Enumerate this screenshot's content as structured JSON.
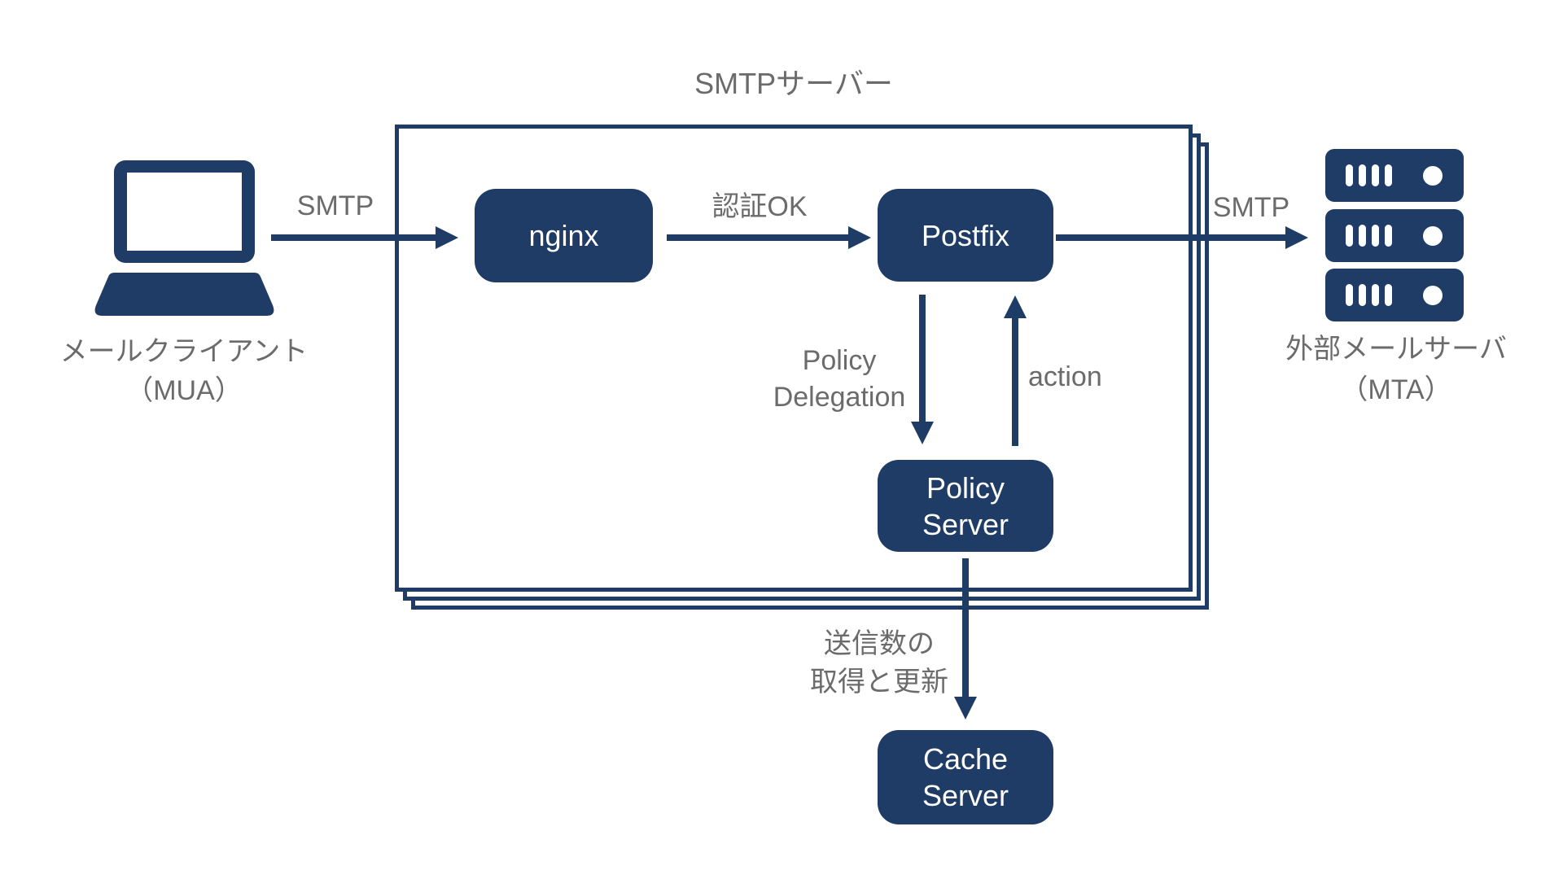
{
  "diagram": {
    "title": "SMTPサーバー",
    "colors": {
      "navy": "#1f3c66",
      "gray": "#6b6b6b",
      "white": "#ffffff"
    },
    "nodes": {
      "mail_client": {
        "caption_line1": "メールクライアント",
        "caption_line2": "（MUA）",
        "icon": "laptop-icon"
      },
      "nginx": {
        "label": "nginx"
      },
      "postfix": {
        "label": "Postfix"
      },
      "policy_server": {
        "label_line1": "Policy",
        "label_line2": "Server"
      },
      "cache_server": {
        "label_line1": "Cache",
        "label_line2": "Server"
      },
      "external_mail_server": {
        "caption_line1": "外部メールサーバ",
        "caption_line2": "（MTA）",
        "icon": "server-stack-icon"
      }
    },
    "edge_labels": {
      "client_smtp": "SMTP",
      "auth_ok": "認証OK",
      "policy_delegation_line1": "Policy",
      "policy_delegation_line2": "Delegation",
      "action": "action",
      "outbound_smtp": "SMTP",
      "cache_update_line1": "送信数の",
      "cache_update_line2": "取得と更新"
    }
  }
}
